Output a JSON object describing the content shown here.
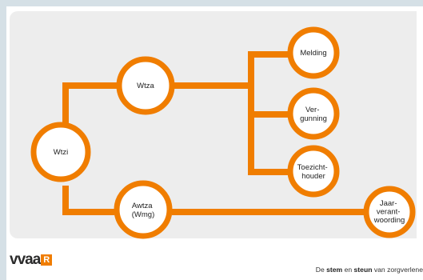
{
  "diagram": {
    "nodes": {
      "wtzi": "Wtzi",
      "wtza": "Wtza",
      "awtza": [
        "Awtza",
        "(Wmg)"
      ],
      "melding": "Melding",
      "vergunning": [
        "Ver-",
        "gunning"
      ],
      "toezichthouder": [
        "Toezicht-",
        "houder"
      ],
      "jaarverantwoording": [
        "Jaar-",
        "verant-",
        "woording"
      ]
    },
    "colors": {
      "accent": "#f07d00",
      "node_fill": "#ffffff",
      "panel": "#ededed",
      "page_border": "#d5e0e6"
    }
  },
  "footer": {
    "logo": {
      "text": "vvaa",
      "badge": "R"
    },
    "tagline": {
      "pre": "De ",
      "stem": "stem",
      "mid": " en ",
      "steun": "steun",
      "post": " van zorgverlene"
    }
  }
}
